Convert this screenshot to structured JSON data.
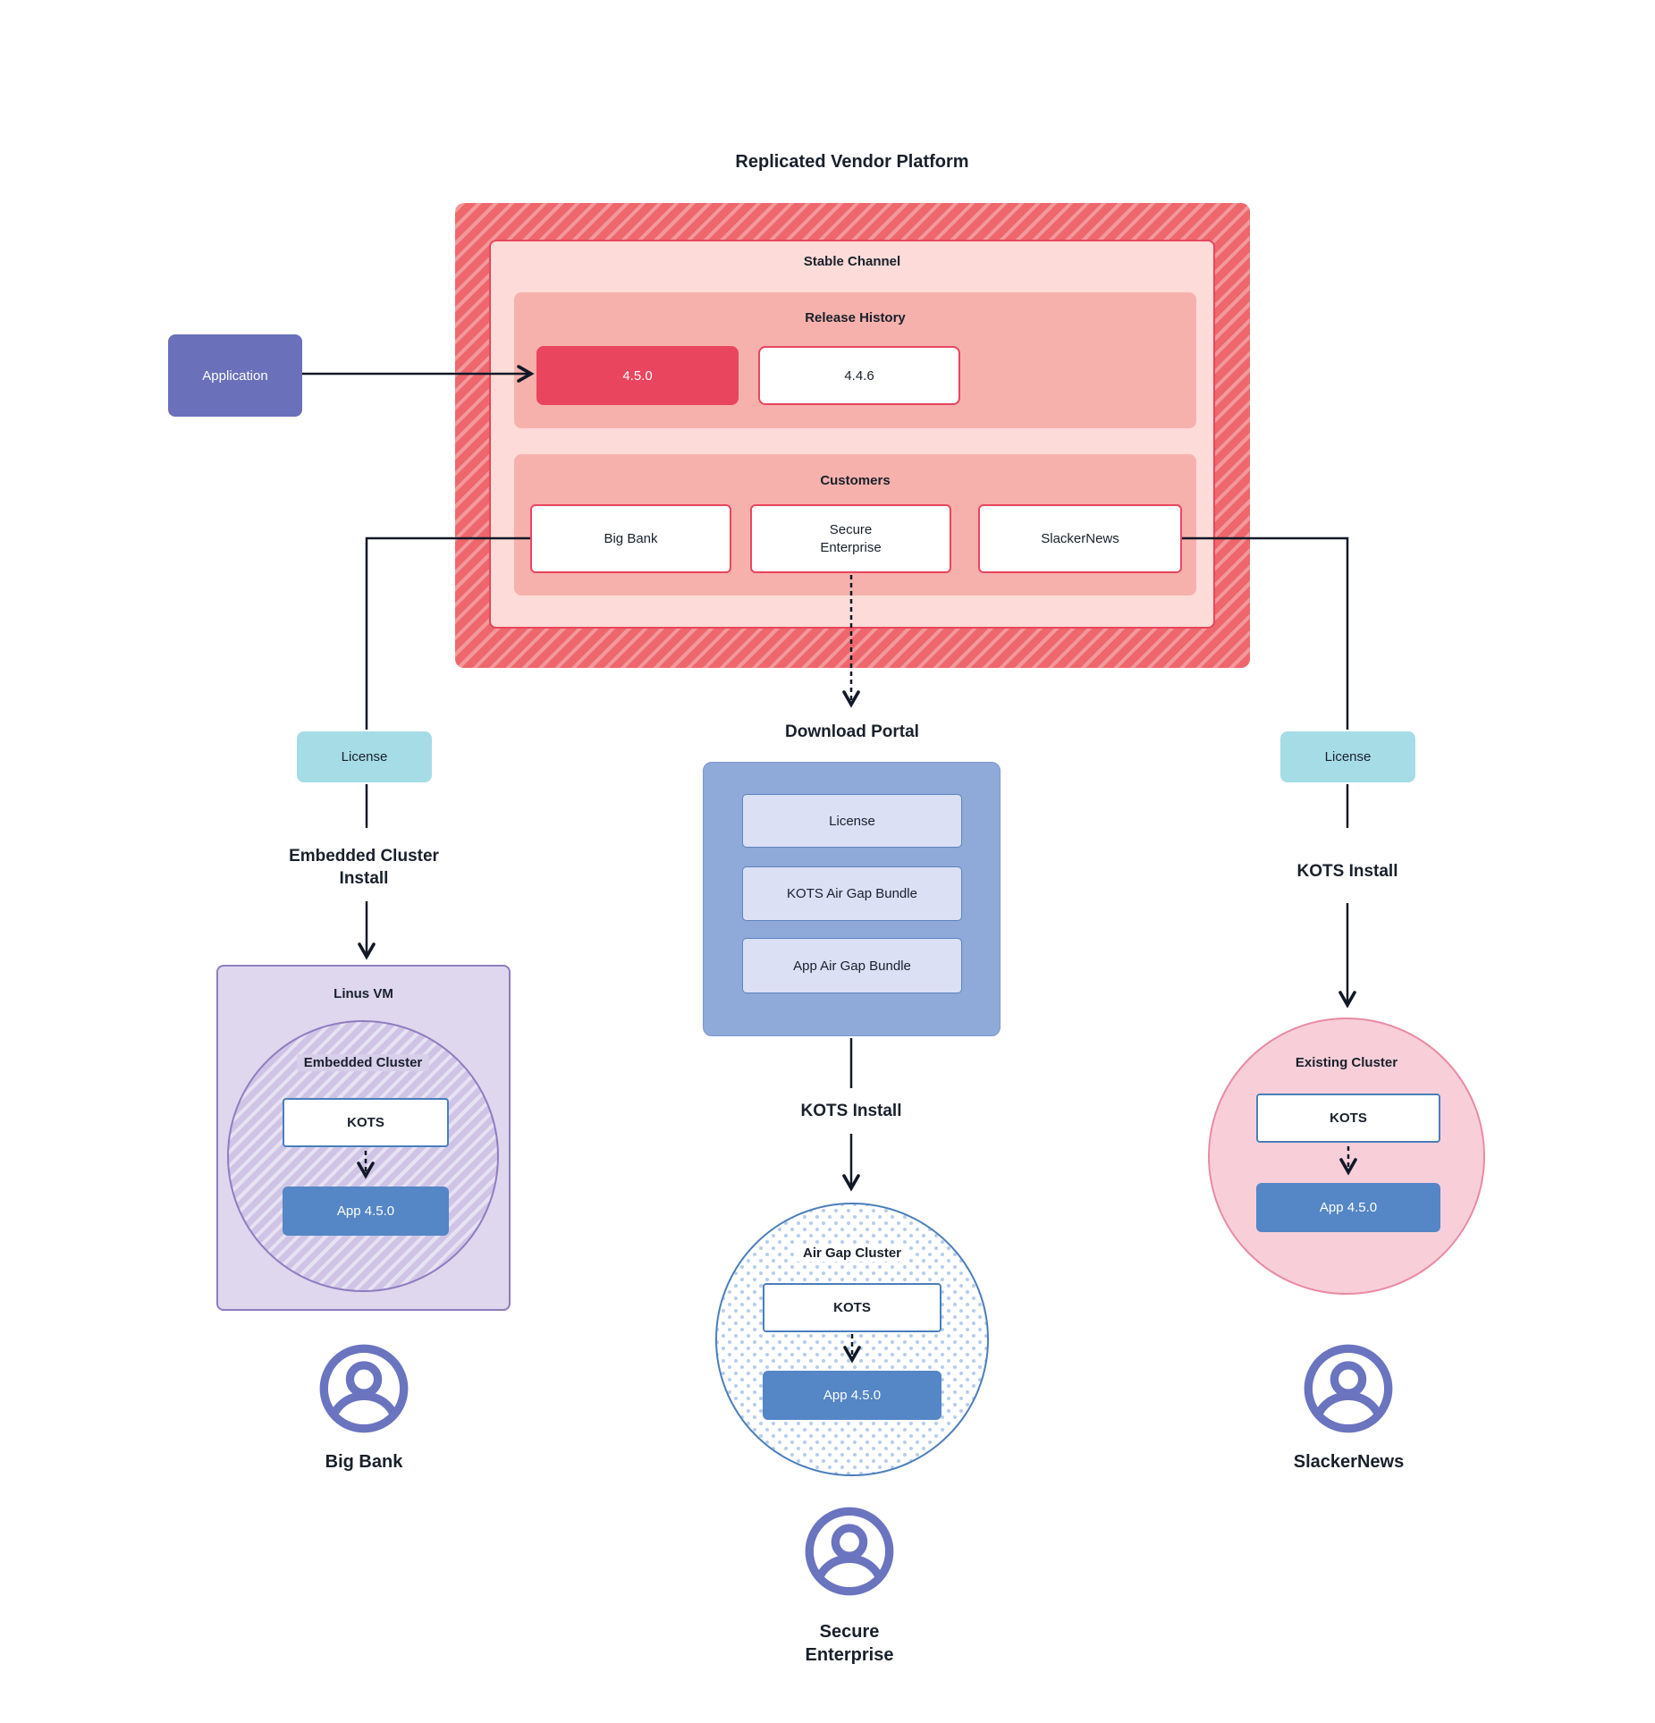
{
  "title": "Replicated Vendor Platform",
  "platform": {
    "channel_label": "Stable Channel",
    "release_history_label": "Release History",
    "releases": [
      {
        "version": "4.5.0"
      },
      {
        "version": "4.4.6"
      }
    ],
    "customers_label": "Customers",
    "customers": [
      {
        "name": "Big Bank"
      },
      {
        "name": "Secure Enterprise"
      },
      {
        "name": "SlackerNews"
      }
    ]
  },
  "application": {
    "label": "Application"
  },
  "left_branch": {
    "license_label": "License",
    "install_label": "Embedded Cluster Install",
    "vm_label": "Linus VM",
    "cluster_label": "Embedded Cluster",
    "kots_label": "KOTS",
    "app_label": "App 4.5.0",
    "persona": "Big Bank"
  },
  "middle_branch": {
    "portal_label": "Download Portal",
    "portal_items": [
      {
        "label": "License"
      },
      {
        "label": "KOTS Air Gap Bundle"
      },
      {
        "label": "App Air Gap Bundle"
      }
    ],
    "install_label": "KOTS Install",
    "cluster_label": "Air Gap Cluster",
    "kots_label": "KOTS",
    "app_label": "App 4.5.0",
    "persona": "Secure Enterprise"
  },
  "right_branch": {
    "license_label": "License",
    "install_label": "KOTS Install",
    "cluster_label": "Existing Cluster",
    "kots_label": "KOTS",
    "app_label": "App 4.5.0",
    "persona": "SlackerNews"
  },
  "colors": {
    "accent_red": "#e9455e",
    "hatch_red": "#ee676c",
    "pink_light": "#fcdbd8",
    "salmon": "#f7b1ac",
    "indigo": "#6a70ba",
    "teal": "#a6dce6",
    "portal_blue": "#8fa9d8",
    "lavender": "#dbe0f5",
    "kots_border": "#4a7ebb",
    "app_blue": "#5586c5",
    "vm_fill": "#ded7ee",
    "vm_border": "#8f7cc0",
    "circle_pink": "#f8cfd9",
    "pink_border": "#ea8aa4",
    "persona_purple": "#6b74bf"
  }
}
